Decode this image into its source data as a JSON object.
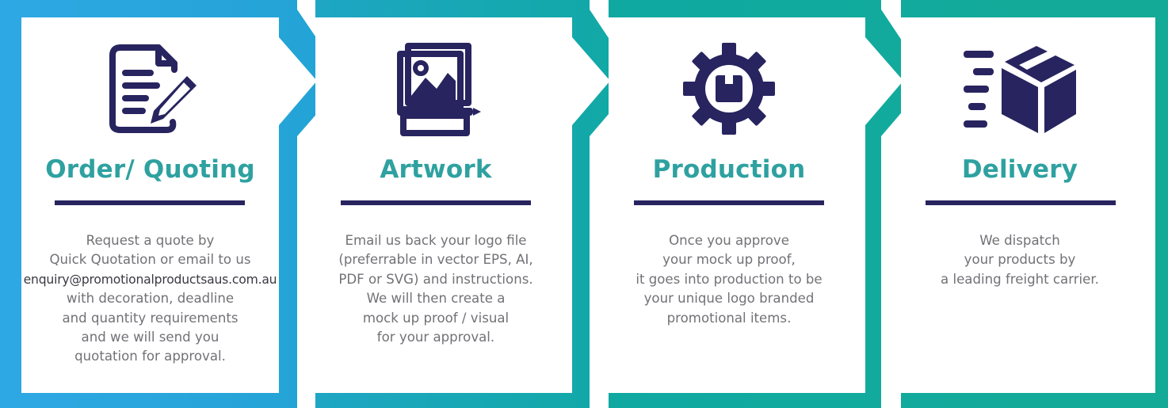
{
  "colors": {
    "navy": "#28245f",
    "teal_text": "#2ea1a0",
    "blue_frame": "#2aa6e0",
    "teal_frame": "#12a9a0",
    "body_text": "#727176",
    "panel_bg": "#ffffff"
  },
  "steps": [
    {
      "icon": "document-pencil-icon",
      "title": "Order/ Quoting",
      "lines": [
        "Request a quote by",
        "Quick Quotation or email to us",
        "enquiry@promotionalproductsaus.com.au",
        "with decoration, deadline",
        "and quantity requirements",
        "and we will send you",
        "quotation for approval."
      ]
    },
    {
      "icon": "artwork-image-icon",
      "title": "Artwork",
      "lines": [
        "Email us back your logo file",
        "(preferrable in vector EPS, AI,",
        "PDF or SVG) and instructions.",
        "We will then create a",
        "mock up proof / visual",
        "for your approval."
      ]
    },
    {
      "icon": "gear-box-icon",
      "title": "Production",
      "lines": [
        "Once you approve",
        "your mock up proof,",
        "it goes into production to be",
        "your unique logo branded",
        "promotional items."
      ]
    },
    {
      "icon": "delivery-box-icon",
      "title": "Delivery",
      "lines": [
        "We dispatch",
        "your products by",
        "a leading freight carrier."
      ]
    }
  ]
}
